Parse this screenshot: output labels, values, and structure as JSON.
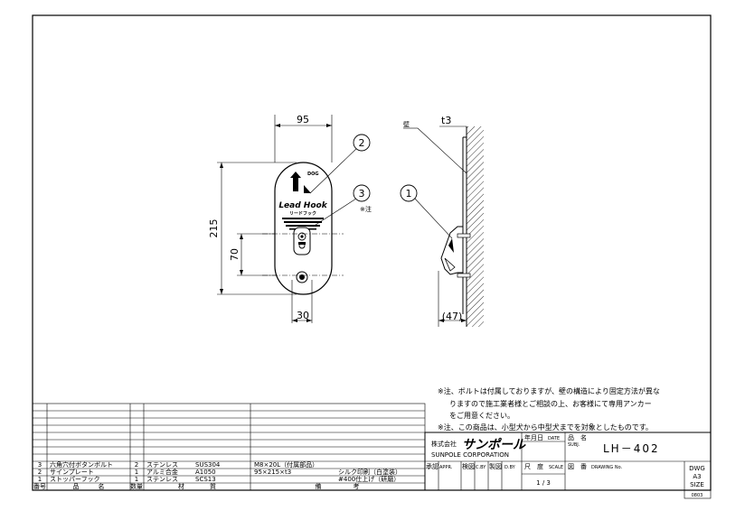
{
  "dimensions": {
    "width_95": "95",
    "height_215": "215",
    "pitch_70": "70",
    "bottom_30": "30",
    "thickness_t3": "t3",
    "depth_47": "(47)",
    "wall_label": "壁"
  },
  "callouts": {
    "c1": "1",
    "c2": "2",
    "c3": "3",
    "chu": "※注"
  },
  "plate": {
    "brand_line1": "Lead Hook",
    "brand_line2": "リードフック",
    "logo_text": "DOG"
  },
  "notes": [
    "※注、ボルトは付属しておりますが、壁の構造により固定方法が異な",
    "りますので施工業者様とご相談の上、お客様にて専用アンカー",
    "をご用意ください。",
    "※注、この商品は、小型犬から中型犬までを対象としたものです。"
  ],
  "parts_list": {
    "rows": [
      {
        "no": "3",
        "name": "六角穴付ボタンボルト",
        "qty": "2",
        "material": "ステンレス",
        "spec": "SUS304",
        "remarks": "M8×20L（付属部品）",
        "remarks2": ""
      },
      {
        "no": "2",
        "name": "サインプレート",
        "qty": "1",
        "material": "アルミ合金",
        "spec": "A1050",
        "remarks": "95×215×t3",
        "remarks2": "シルク印刷（白塗装）"
      },
      {
        "no": "1",
        "name": "ストッパーフック",
        "qty": "1",
        "material": "ステンレス",
        "spec": "SCS13",
        "remarks": "",
        "remarks2": "#400仕上げ（研磨）"
      }
    ],
    "header": {
      "no": "番号",
      "name": "品　　　名",
      "qty": "数量",
      "material": "材　　　　質",
      "remarks": "備　　　　　考"
    }
  },
  "title_block": {
    "company_prefix": "株式会社",
    "company_name": "サンポール",
    "company_en": "SUNPOLE CORPORATION",
    "date_label": "年月日",
    "date_en": "DATE",
    "product_label": "品　名",
    "product_en": "SUBJ.",
    "product_name": "LH－402",
    "approved": "承認",
    "approved_en": "APPR.",
    "checked": "検図",
    "checked_en": "C.BY",
    "drawn": "製図",
    "drawn_en": "D.BY",
    "scale_label": "尺　度",
    "scale_en": "SCALE",
    "scale_value": "1 / 3",
    "drawing_label": "図　番",
    "drawing_en": "DRAWING No.",
    "dwg": "DWG",
    "size_value": "A3",
    "size_label": "SIZE",
    "code": "0803"
  }
}
